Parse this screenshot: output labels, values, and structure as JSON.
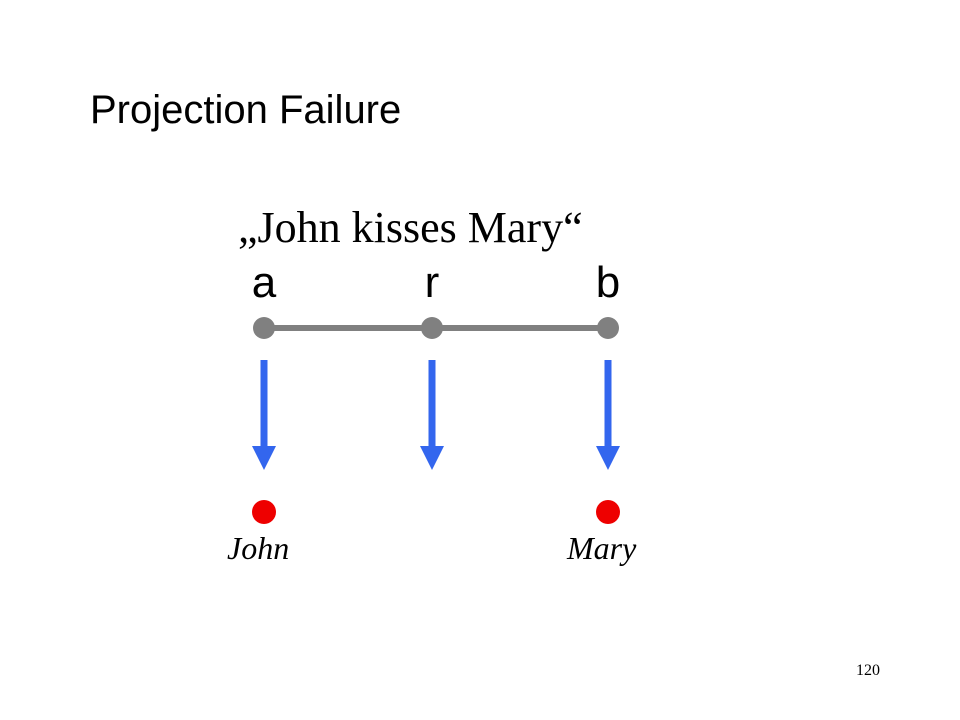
{
  "slide": {
    "title": "Projection Failure",
    "sentence": "„John  kisses  Mary“",
    "variables": [
      "a",
      "r",
      "b"
    ],
    "entities": [
      "John",
      "Mary"
    ],
    "page_number": "120"
  },
  "colors": {
    "node": "#808080",
    "edge": "#808080",
    "arrow": "#3366ee",
    "entity": "#ee0000"
  }
}
